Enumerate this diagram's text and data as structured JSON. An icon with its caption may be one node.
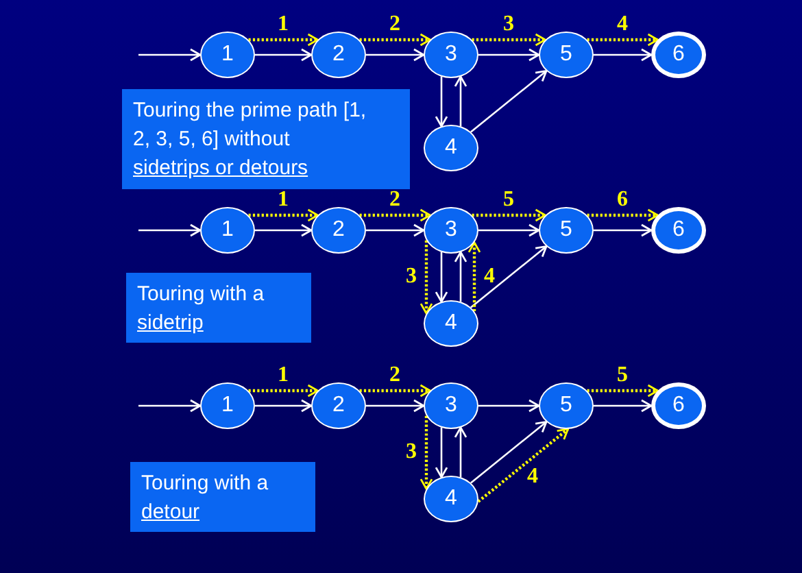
{
  "diagram": {
    "nodes": [
      {
        "text": [
          "1"
        ]
      },
      {
        "text": [
          "2"
        ]
      },
      {
        "text": [
          "3"
        ]
      },
      {
        "text": [
          "5"
        ]
      },
      {
        "text": [
          "6"
        ]
      },
      {
        "text": [
          "4"
        ]
      },
      {
        "text": [
          "Touring the prime path [1, 2, 3, 5, 6] without",
          "sidetrips or detours"
        ]
      },
      {
        "text": [
          "1"
        ]
      },
      {
        "text": [
          "2"
        ]
      },
      {
        "text": [
          "3"
        ]
      },
      {
        "text": [
          "5"
        ]
      },
      {
        "text": [
          "6"
        ]
      },
      {
        "text": [
          "4"
        ]
      },
      {
        "text": [
          "Touring with a",
          "sidetrip"
        ]
      },
      {
        "text": [
          "1"
        ]
      },
      {
        "text": [
          "2"
        ]
      },
      {
        "text": [
          "3"
        ]
      },
      {
        "text": [
          "5"
        ]
      },
      {
        "text": [
          "6"
        ]
      },
      {
        "text": [
          "4"
        ]
      },
      {
        "text": [
          "Touring with a",
          "detour"
        ]
      }
    ],
    "edges": [
      {
        "from": null,
        "to": 0,
        "arrow": "to"
      },
      {
        "from": 0,
        "to": 1,
        "arrow": "to"
      },
      {
        "from": 1,
        "to": 2,
        "arrow": "to"
      },
      {
        "from": 2,
        "to": 3,
        "arrow": "to"
      },
      {
        "from": 3,
        "to": 4,
        "arrow": "to"
      },
      {
        "from": 2,
        "to": 5,
        "arrow": "to"
      },
      {
        "from": 5,
        "to": 2,
        "arrow": "to"
      },
      {
        "from": 5,
        "to": 3,
        "arrow": "to"
      },
      {
        "from": 0,
        "to": 1,
        "arrow": "to",
        "label": "1",
        "style": "dashed",
        "color": "#ffff00"
      },
      {
        "from": 1,
        "to": 2,
        "arrow": "to",
        "label": "2",
        "style": "dashed",
        "color": "#ffff00"
      },
      {
        "from": 2,
        "to": 3,
        "arrow": "to",
        "label": "3",
        "style": "dashed",
        "color": "#ffff00"
      },
      {
        "from": 3,
        "to": 4,
        "arrow": "to",
        "label": "4",
        "style": "dashed",
        "color": "#ffff00"
      },
      {
        "from": null,
        "to": 7,
        "arrow": "to"
      },
      {
        "from": 7,
        "to": 8,
        "arrow": "to"
      },
      {
        "from": 8,
        "to": 9,
        "arrow": "to"
      },
      {
        "from": 9,
        "to": 10,
        "arrow": "to"
      },
      {
        "from": 10,
        "to": 11,
        "arrow": "to"
      },
      {
        "from": 9,
        "to": 12,
        "arrow": "to"
      },
      {
        "from": 12,
        "to": 9,
        "arrow": "to"
      },
      {
        "from": 12,
        "to": 10,
        "arrow": "to"
      },
      {
        "from": 7,
        "to": 8,
        "arrow": "to",
        "label": "1",
        "style": "dashed",
        "color": "#ffff00"
      },
      {
        "from": 8,
        "to": 9,
        "arrow": "to",
        "label": "2",
        "style": "dashed",
        "color": "#ffff00"
      },
      {
        "from": 9,
        "to": 12,
        "arrow": "to",
        "label": "3",
        "style": "dashed",
        "color": "#ffff00"
      },
      {
        "from": 12,
        "to": 9,
        "arrow": "to",
        "label": "4",
        "style": "dashed",
        "color": "#ffff00"
      },
      {
        "from": 9,
        "to": 10,
        "arrow": "to",
        "label": "5",
        "style": "dashed",
        "color": "#ffff00"
      },
      {
        "from": 10,
        "to": 11,
        "arrow": "to",
        "label": "6",
        "style": "dashed",
        "color": "#ffff00"
      },
      {
        "from": null,
        "to": 14,
        "arrow": "to"
      },
      {
        "from": 14,
        "to": 15,
        "arrow": "to"
      },
      {
        "from": 15,
        "to": 16,
        "arrow": "to"
      },
      {
        "from": 16,
        "to": 17,
        "arrow": "to"
      },
      {
        "from": 17,
        "to": 18,
        "arrow": "to"
      },
      {
        "from": 16,
        "to": 19,
        "arrow": "to"
      },
      {
        "from": 19,
        "to": 16,
        "arrow": "to"
      },
      {
        "from": 19,
        "to": 17,
        "arrow": "to"
      },
      {
        "from": 14,
        "to": 15,
        "arrow": "to",
        "label": "1",
        "style": "dashed",
        "color": "#ffff00"
      },
      {
        "from": 15,
        "to": 16,
        "arrow": "to",
        "label": "2",
        "style": "dashed",
        "color": "#ffff00"
      },
      {
        "from": 16,
        "to": 19,
        "arrow": "to",
        "label": "3",
        "style": "dashed",
        "color": "#ffff00"
      },
      {
        "from": 19,
        "to": 17,
        "arrow": "to",
        "label": "4",
        "style": "dashed",
        "color": "#ffff00"
      },
      {
        "from": 17,
        "to": 18,
        "arrow": "to",
        "label": "5",
        "style": "dashed",
        "color": "#ffff00"
      }
    ]
  }
}
